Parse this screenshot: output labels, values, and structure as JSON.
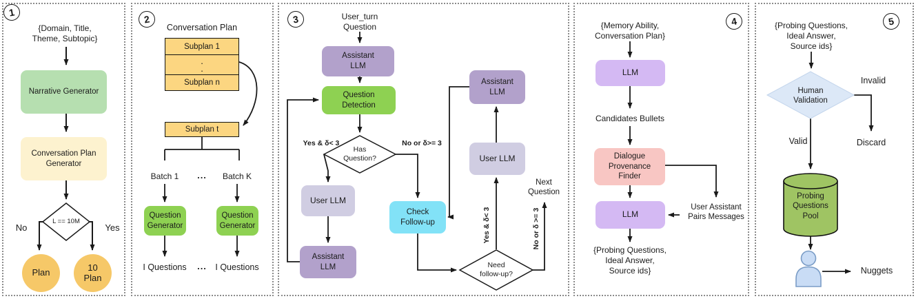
{
  "colors": {
    "soft_green": "#b6dfb0",
    "cream": "#fdf2cf",
    "orange": "#f6c868",
    "amber": "#fcd681",
    "bright_green": "#8ed152",
    "purple": "#b2a1cb",
    "lavender": "#d0cde2",
    "cyan": "#82e2f7",
    "light_purple": "#d4b9f3",
    "pink": "#f8c6c3",
    "pale_blue": "#dce8f7",
    "olive": "#9fc463",
    "person_blue": "#c9dcf5",
    "line": "#1a1a1a"
  },
  "panel1": {
    "number": "1",
    "input": "{Domain, Title,\nTheme, Subtopic}",
    "narrative_generator": "Narrative Generator",
    "conversation_plan_generator": "Conversation Plan\nGenerator",
    "decision": "L == 10M",
    "no": "No",
    "yes": "Yes",
    "plan": "Plan",
    "ten_plan": "10\nPlan"
  },
  "panel2": {
    "number": "2",
    "title": "Conversation Plan",
    "subplan_1": "Subplan 1",
    "dots": ".\n.",
    "subplan_n": "Subplan n",
    "subplan_t": "Subplan t",
    "batch_1": "Batch 1",
    "ellipsis_top": "...",
    "batch_k": "Batch K",
    "question_generator_1": "Question\nGenerator",
    "question_generator_2": "Question\nGenerator",
    "i_questions_1": "I Questions",
    "ellipsis_bottom": "...",
    "i_questions_2": "I Questions"
  },
  "panel3": {
    "number": "3",
    "input": "User_turn\nQuestion",
    "assistant_llm_top": "Assistant\nLLM",
    "question_detection": "Question\nDetection",
    "has_question": "Has\nQuestion?",
    "yes_branch": "Yes & δ< 3",
    "no_branch": "No or δ>= 3",
    "user_llm_left": "User LLM",
    "assistant_llm_left": "Assistant\nLLM",
    "check_followup": "Check\nFollow-up",
    "assistant_llm_right": "Assistant\nLLM",
    "user_llm_right": "User LLM",
    "need_followup": "Need\nfollow-up?",
    "yes_rotated": "Yes & δ< 3",
    "no_rotated": "No or δ >= 3",
    "next_question": "Next\nQuestion"
  },
  "panel4": {
    "number": "4",
    "input": "{Memory Ability,\nConversation Plan}",
    "llm_1": "LLM",
    "candidates": "Candidates Bullets",
    "provenance_finder": "Dialogue\nProvenance\nFinder",
    "llm_2": "LLM",
    "pairs": "User Assistant\nPairs Messages",
    "output": "{Probing Questions,\nIdeal Answer,\nSource ids}"
  },
  "panel5": {
    "number": "5",
    "input": "{Probing Questions,\nIdeal Answer,\nSource ids}",
    "human_validation": "Human\nValidation",
    "invalid": "Invalid",
    "discard": "Discard",
    "valid": "Valid",
    "pool": "Probing\nQuestions\nPool",
    "nuggets": "Nuggets"
  }
}
